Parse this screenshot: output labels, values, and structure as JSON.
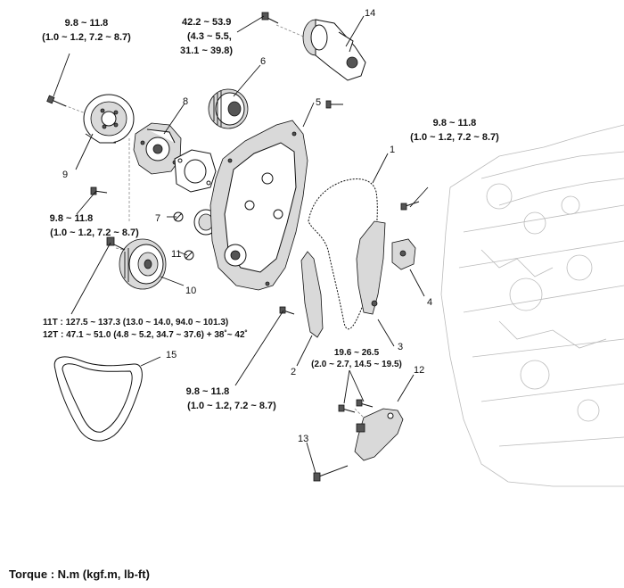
{
  "parts": [
    {
      "id": "p1",
      "label": "1"
    },
    {
      "id": "p2",
      "label": "2"
    },
    {
      "id": "p3",
      "label": "3"
    },
    {
      "id": "p4",
      "label": "4"
    },
    {
      "id": "p5",
      "label": "5"
    },
    {
      "id": "p6",
      "label": "6"
    },
    {
      "id": "p7",
      "label": "7"
    },
    {
      "id": "p8",
      "label": "8"
    },
    {
      "id": "p9",
      "label": "9"
    },
    {
      "id": "p10",
      "label": "10"
    },
    {
      "id": "p11",
      "label": "11"
    },
    {
      "id": "p12",
      "label": "12"
    },
    {
      "id": "p13",
      "label": "13"
    },
    {
      "id": "p14",
      "label": "14"
    },
    {
      "id": "p15",
      "label": "15"
    }
  ],
  "torques": {
    "t_idler_bolt": [
      "9.8 ~ 11.8",
      "(1.0 ~ 1.2, 7.2 ~ 8.7)"
    ],
    "t_tensioner_bolt": [
      "42.2 ~ 53.9",
      "(4.3 ~ 5.5,",
      "31.1 ~ 39.8)"
    ],
    "t_right_bolt": [
      "9.8 ~ 11.8",
      "(1.0 ~ 1.2, 7.2 ~ 8.7)"
    ],
    "t_pump_bolt": [
      "9.8 ~ 11.8",
      "(1.0 ~ 1.2, 7.2 ~ 8.7)"
    ],
    "t_crank_bolt": [
      "11T : 127.5 ~ 137.3 (13.0 ~ 14.0, 94.0 ~ 101.3)",
      "12T : 47.1 ~ 51.0 (4.8 ~ 5.2, 34.7 ~ 37.6) + 38˚~ 42˚"
    ],
    "t_bracket_bolt": [
      "19.6 ~ 26.5",
      "(2.0 ~ 2.7, 14.5 ~ 19.5)"
    ],
    "t_guide_bolt": [
      "9.8 ~ 11.8",
      "(1.0 ~ 1.2, 7.2 ~ 8.7)"
    ]
  },
  "footer": "Torque : N.m (kgf.m, lb-ft)"
}
